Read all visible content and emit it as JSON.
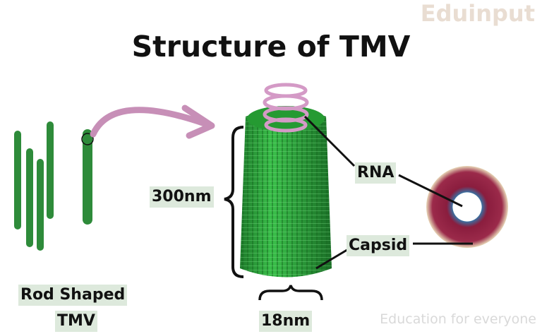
{
  "title": "Structure of TMV",
  "watermark": {
    "brand": "Eduinput",
    "tagline": "Education for everyone"
  },
  "labels": {
    "rod": "Rod Shaped",
    "rod2": "TMV",
    "length": "300nm",
    "width": "18nm",
    "rna": "RNA",
    "capsid": "Capsid"
  },
  "colors": {
    "rod": "#2e8b3a",
    "capsid": "#2f9e3a",
    "rna": "#d49ac6",
    "arrow": "#c78fb7",
    "label_bg": "#dde9dc"
  }
}
